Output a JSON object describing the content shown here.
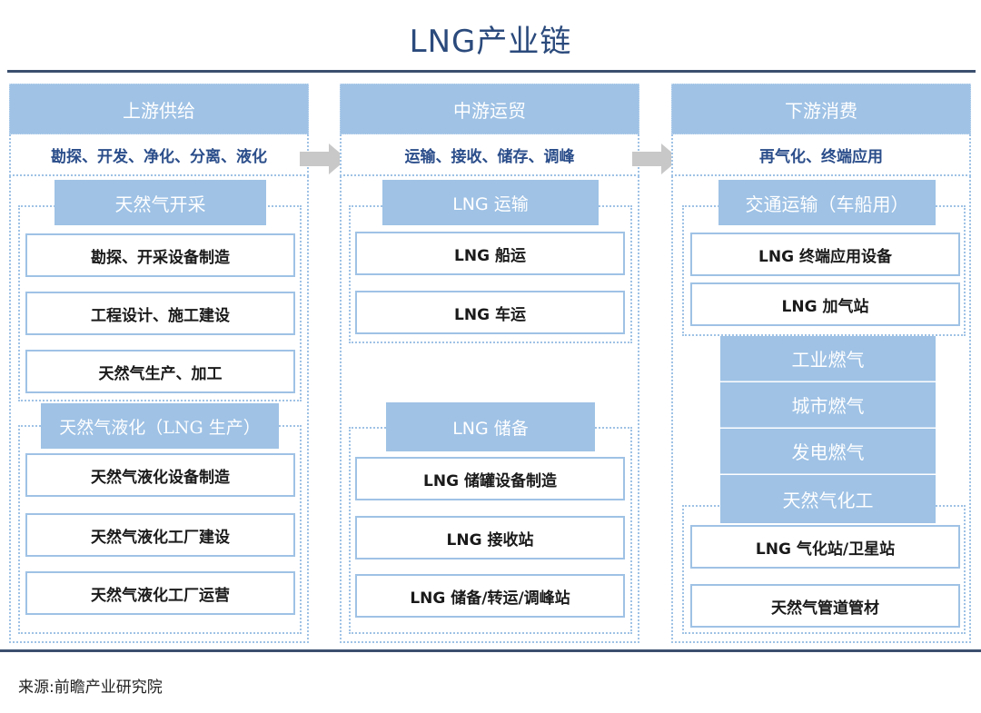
{
  "title": "LNG产业链",
  "source": "来源:前瞻产业研究院",
  "colors": {
    "header_fill": "#9fc2e5",
    "subtitle_text": "#2a4d8a",
    "title_text": "#2b4a7c",
    "rule": "#3b4f6e"
  },
  "upstream": {
    "header": "上游供给",
    "subtitle": "勘探、开发、净化、分离、液化",
    "group1": {
      "label": "天然气开采",
      "items": [
        "勘探、开采设备制造",
        "工程设计、施工建设",
        "天然气生产、加工"
      ]
    },
    "group2": {
      "label": "天然气液化（LNG 生产）",
      "items": [
        "天然气液化设备制造",
        "天然气液化工厂建设",
        "天然气液化工厂运营"
      ]
    }
  },
  "midstream": {
    "header": "中游运贸",
    "subtitle": "运输、接收、储存、调峰",
    "group1": {
      "label": "LNG 运输",
      "items": [
        "LNG 船运",
        "LNG 车运"
      ]
    },
    "group2": {
      "label": "LNG 储备",
      "items": [
        "LNG 储罐设备制造",
        "LNG 接收站",
        "LNG 储备/转运/调峰站"
      ]
    }
  },
  "downstream": {
    "header": "下游消费",
    "subtitle": "再气化、终端应用",
    "group1": {
      "label": "交通运输（车船用）",
      "items": [
        "LNG 终端应用设备",
        "LNG 加气站"
      ]
    },
    "stack": [
      "工业燃气",
      "城市燃气",
      "发电燃气"
    ],
    "group2": {
      "label": "天然气化工",
      "items": [
        "LNG 气化站/卫星站",
        "天然气管道管材"
      ]
    }
  }
}
